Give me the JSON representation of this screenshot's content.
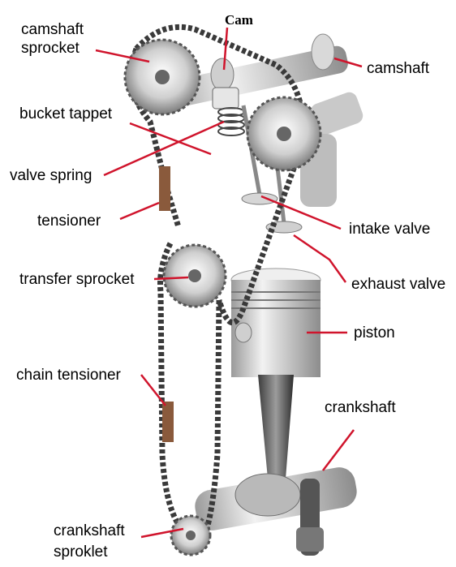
{
  "labels": {
    "cam": "Cam",
    "camshaft_sprocket_1": "camshaft",
    "camshaft_sprocket_2": "sprocket",
    "camshaft": "camshaft",
    "bucket_tappet": "bucket tappet",
    "valve_spring": "valve spring",
    "tensioner": "tensioner",
    "intake_valve": "intake valve",
    "transfer_sprocket": "transfer sprocket",
    "exhaust_valve": "exhaust valve",
    "piston": "piston",
    "chain_tensioner": "chain tensioner",
    "crankshaft": "crankshaft",
    "crankshaft_sproklet_1": "crankshaft",
    "crankshaft_sproklet_2": "sproklet"
  },
  "colors": {
    "leader": "#d0142c",
    "chain": "#3a3a3a",
    "metal_light": "#e8e8e8",
    "metal_mid": "#b8b8b8",
    "metal_dark": "#555555",
    "tensioner": "#8a5a3c"
  }
}
